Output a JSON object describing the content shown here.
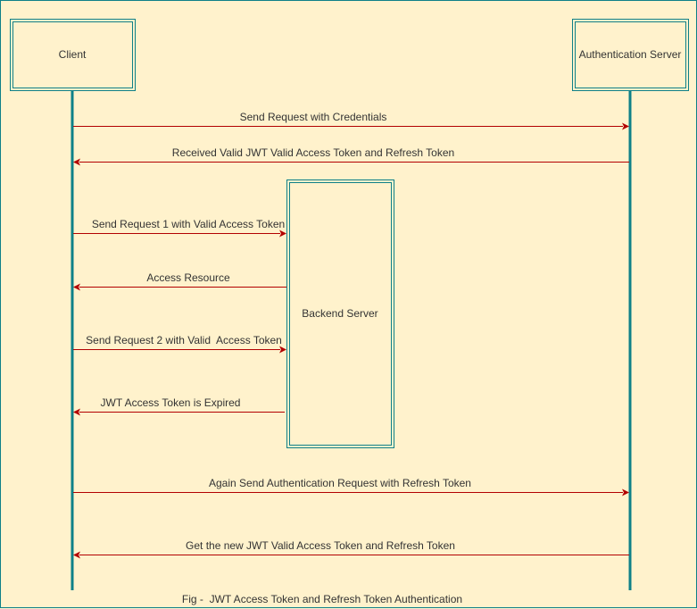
{
  "participants": {
    "client": "Client",
    "auth": "Authentication Server",
    "backend": "Backend Server"
  },
  "messages": [
    "Send Request with Credentials",
    "Received Valid JWT Valid Access Token and Refresh Token",
    "Send Request 1 with Valid Access Token",
    "Access Resource",
    "Send Request 2 with Valid  Access Token",
    "JWT Access Token is Expired",
    "Again Send Authentication Request with Refresh Token",
    "Get the new JWT Valid Access Token and Refresh Token"
  ],
  "caption": "Fig -  JWT Access Token and Refresh Token Authentication",
  "colors": {
    "background": "#fff2cc",
    "border": "#0e8088",
    "arrow": "#b20000",
    "text": "#333333"
  }
}
